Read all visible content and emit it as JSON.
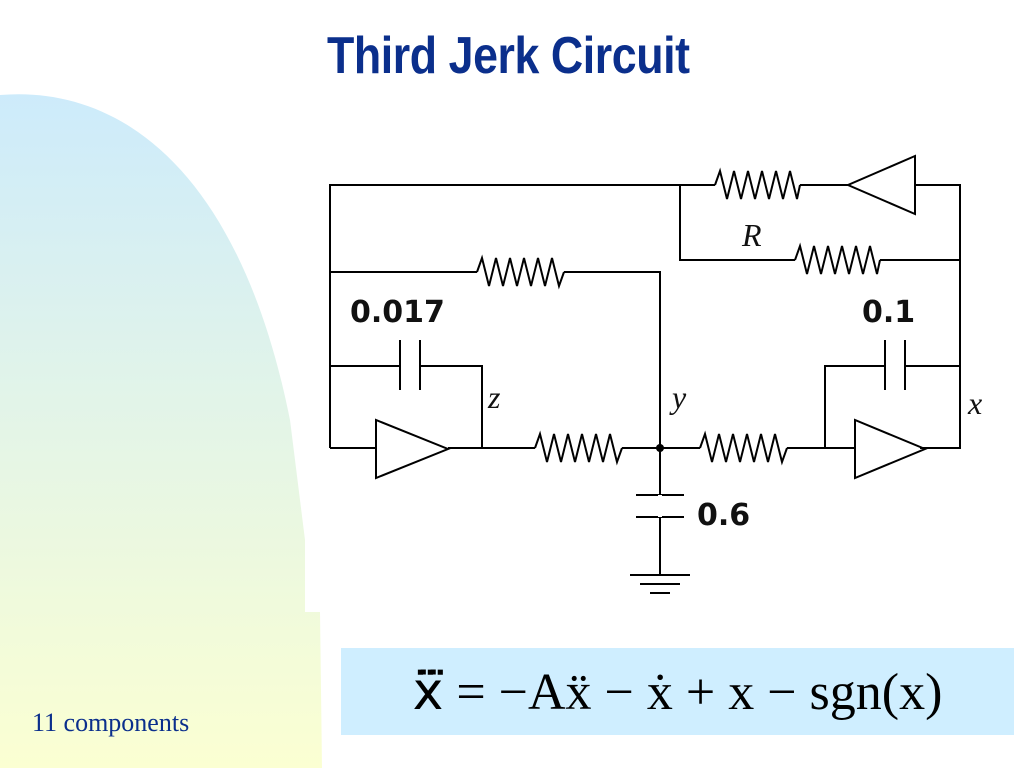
{
  "slide": {
    "title": "Third Jerk Circuit",
    "footer": "11 components"
  },
  "circuit": {
    "labels": {
      "c_integrator_z": "0.017",
      "c_integrator_x": "0.1",
      "c_ground": "0.6",
      "resistor_r": "R",
      "node_z": "z",
      "node_y": "y",
      "node_x": "x"
    }
  },
  "equation": {
    "text": "ẍ⃛ = −Aẍ − ẋ + x − sgn(x)"
  },
  "colors": {
    "title": "#0b2f8c",
    "equation_box": "#cfeeff",
    "gradient_top": "#cdebfb",
    "gradient_bottom": "#fbffd2"
  }
}
